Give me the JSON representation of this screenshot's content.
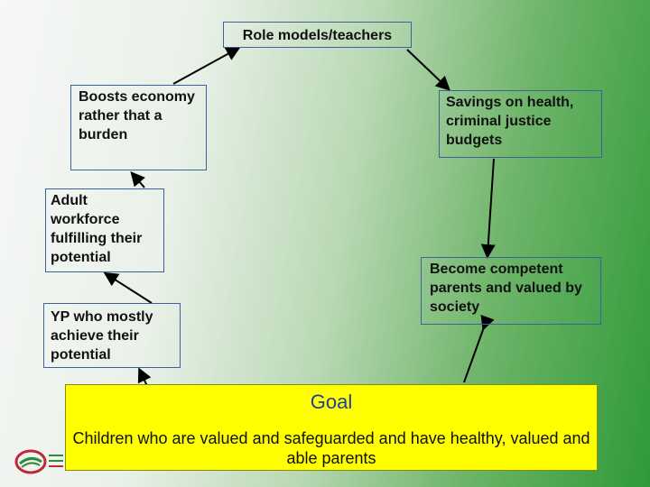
{
  "nodes": {
    "role_models": "Role models/teachers",
    "boosts": "Boosts economy rather that a burden",
    "savings": "Savings on health, criminal justice budgets",
    "adult_workforce": "Adult workforce fulfilling their potential",
    "become_parents": "Become competent parents and valued by society",
    "yp": "YP who mostly achieve their potential"
  },
  "goal": {
    "title": "Goal",
    "text": "Children who are valued and safeguarded and have healthy, valued and able parents"
  },
  "colors": {
    "goal_background": "#ffff00",
    "goal_title": "#1f3f9f",
    "box_border": "#3f5f9f",
    "background_green": "#2f9a39"
  }
}
